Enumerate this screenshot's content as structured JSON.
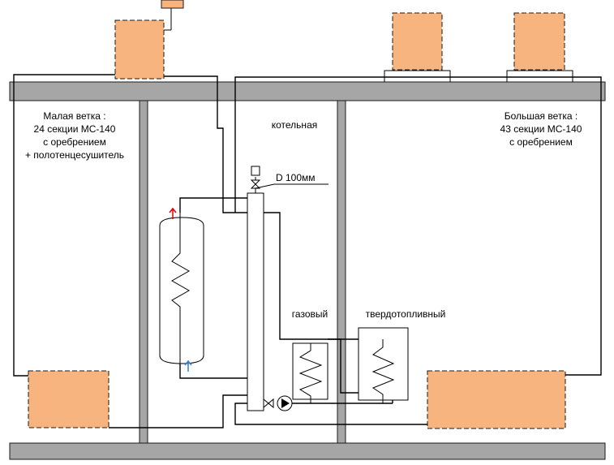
{
  "labels": {
    "small_branch": [
      "Малая ветка :",
      "24 секции МС-140",
      "с оребрением",
      "+ полотенцесушитель"
    ],
    "boiler_room": "котельная",
    "big_branch": [
      "Большая ветка :",
      "43 секции МС-140",
      "с оребрением"
    ],
    "diameter": "D 100мм",
    "gas_boiler": "газовый",
    "solid_fuel_boiler": "твердотопливный"
  },
  "colors": {
    "radiator_fill": "#f8b47e",
    "wall_fill": "#a6a6a6",
    "hot_arrow": "#e60000",
    "cold_arrow": "#3a7fd5"
  }
}
